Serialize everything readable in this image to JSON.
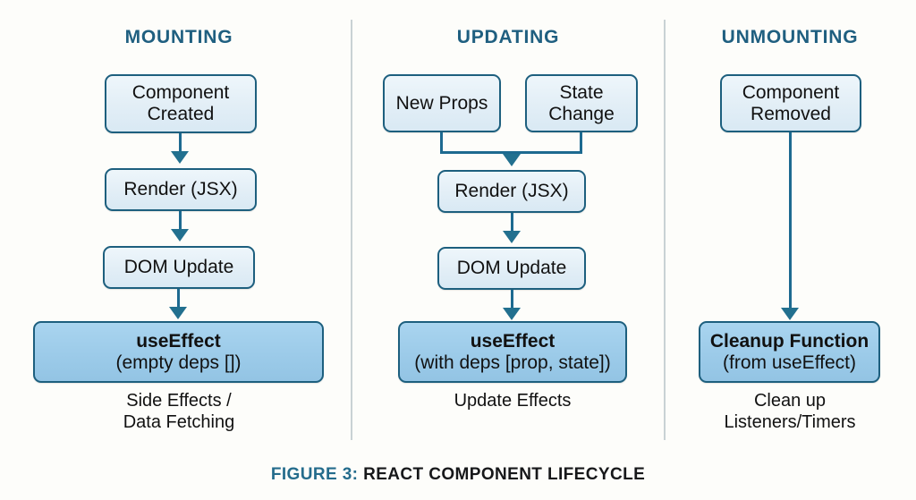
{
  "figure": {
    "number_label": "FIGURE 3:",
    "title": "REACT COMPONENT LIFECYCLE",
    "accent_color": "#246c8c",
    "title_color": "#17181a",
    "background_color": "#fdfdfa",
    "box_border_color": "#1d5f7e",
    "box_fill_light": "#e6f1f8",
    "box_fill_effect": "#9ccbe9",
    "arrow_color": "#1d6a90",
    "divider_color": "#c9d2d4"
  },
  "columns": [
    {
      "id": "mounting",
      "heading": "MOUNTING",
      "nodes": [
        {
          "id": "component-created",
          "line1": "Component",
          "line2": "Created",
          "style": "light"
        },
        {
          "id": "render-jsx",
          "line1": "Render (JSX)",
          "line2": "",
          "style": "light"
        },
        {
          "id": "dom-update",
          "line1": "DOM Update",
          "line2": "",
          "style": "light"
        },
        {
          "id": "use-effect",
          "line1": "useEffect",
          "line2": "(empty deps [])",
          "style": "effect"
        }
      ],
      "caption_line1": "Side Effects /",
      "caption_line2": "Data Fetching"
    },
    {
      "id": "updating",
      "heading": "UPDATING",
      "nodes": [
        {
          "id": "new-props",
          "line1": "New Props",
          "line2": "",
          "style": "light"
        },
        {
          "id": "state-change",
          "line1": "State",
          "line2": "Change",
          "style": "light"
        },
        {
          "id": "render-jsx",
          "line1": "Render (JSX)",
          "line2": "",
          "style": "light"
        },
        {
          "id": "dom-update",
          "line1": "DOM Update",
          "line2": "",
          "style": "light"
        },
        {
          "id": "use-effect",
          "line1": "useEffect",
          "line2": "(with deps [prop, state])",
          "style": "effect"
        }
      ],
      "caption_line1": "Update Effects",
      "caption_line2": ""
    },
    {
      "id": "unmounting",
      "heading": "UNMOUNTING",
      "nodes": [
        {
          "id": "component-removed",
          "line1": "Component",
          "line2": "Removed",
          "style": "light"
        },
        {
          "id": "cleanup-function",
          "line1": "Cleanup Function",
          "line2": "(from useEffect)",
          "style": "effect"
        }
      ],
      "caption_line1": "Clean up",
      "caption_line2": "Listeners/Timers"
    }
  ]
}
